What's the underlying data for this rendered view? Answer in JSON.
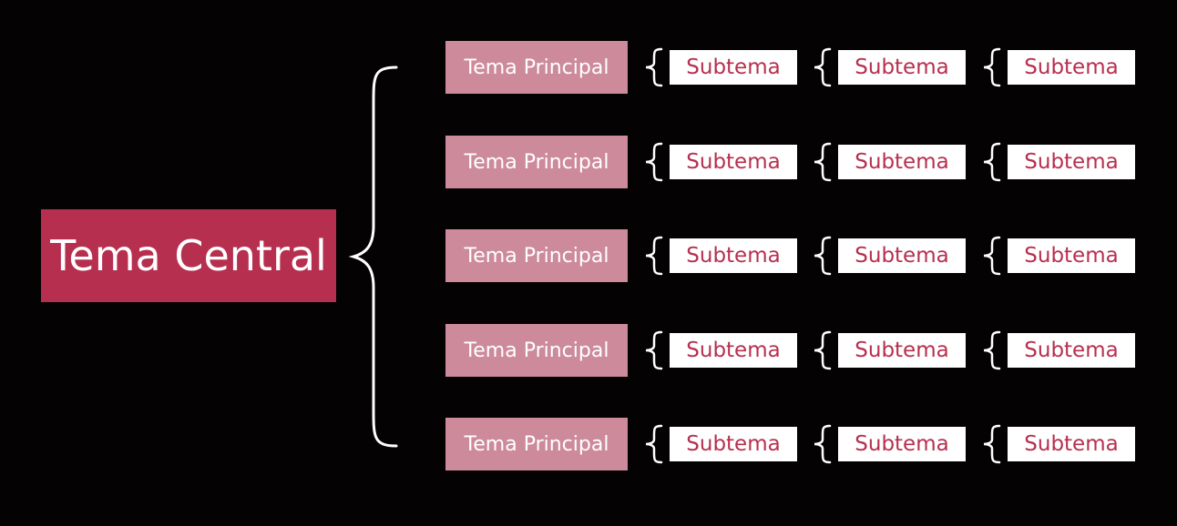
{
  "colors": {
    "background": "#050203",
    "central_fill": "#b72f4f",
    "main_fill": "#cc8a9b",
    "sub_text": "#b72f4f",
    "line": "#ffffff"
  },
  "diagram": {
    "central": {
      "label": "Tema Central"
    },
    "topics": [
      {
        "label": "Tema Principal",
        "subtopics": [
          "Subtema",
          "Subtema",
          "Subtema"
        ]
      },
      {
        "label": "Tema Principal",
        "subtopics": [
          "Subtema",
          "Subtema",
          "Subtema"
        ]
      },
      {
        "label": "Tema Principal",
        "subtopics": [
          "Subtema",
          "Subtema",
          "Subtema"
        ]
      },
      {
        "label": "Tema Principal",
        "subtopics": [
          "Subtema",
          "Subtema",
          "Subtema"
        ]
      },
      {
        "label": "Tema Principal",
        "subtopics": [
          "Subtema",
          "Subtema",
          "Subtema"
        ]
      }
    ]
  }
}
